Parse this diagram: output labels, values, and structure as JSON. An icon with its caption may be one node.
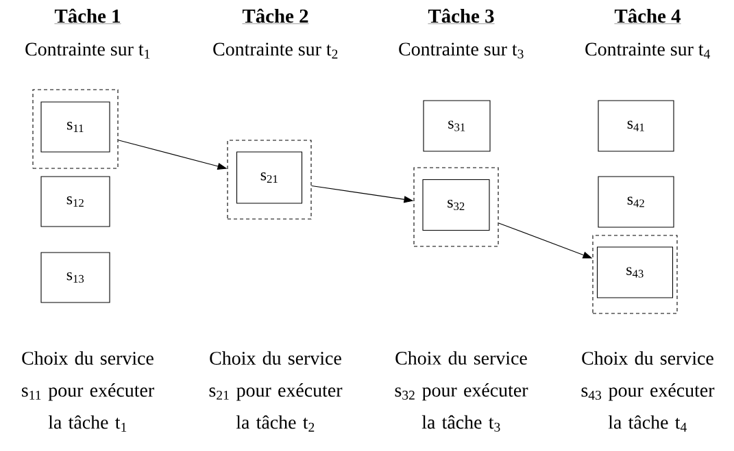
{
  "diagram": {
    "nodes": [
      {
        "text": [],
        "shape": "box"
      },
      {
        "text": [
          "s$_{11}$"
        ],
        "in": 0
      },
      {
        "text": [
          "s$_{12}$"
        ]
      },
      {
        "text": [
          "s$_{13}$"
        ]
      },
      {
        "text": [],
        "shape": "box"
      },
      {
        "text": [
          "s$_{21}$"
        ],
        "in": 4
      },
      {
        "text": [
          "s$_{31}$"
        ]
      },
      {
        "text": [],
        "shape": "box"
      },
      {
        "text": [
          "s$_{32}$"
        ],
        "in": 7
      },
      {
        "text": [
          "s$_{41}$"
        ]
      },
      {
        "text": [
          "s$_{42}$"
        ]
      },
      {
        "text": [],
        "shape": "box"
      },
      {
        "text": [
          "s$_{43}$"
        ],
        "in": 11
      }
    ],
    "edges": [
      {
        "from": 0,
        "to": 4,
        "arrow": "to"
      },
      {
        "from": 4,
        "to": 7,
        "arrow": "to"
      },
      {
        "from": 7,
        "to": 11,
        "arrow": "to"
      }
    ],
    "labels": [
      "Tâche 1",
      "Tâche 2",
      "Tâche 3",
      "Tâche 4",
      "Contrainte sur t$_{1}$",
      "Contrainte sur t$_{2}$",
      "Contrainte sur t$_{3}$",
      "Contrainte sur t$_{4}$",
      "Choix du service s$_{11}$ pour exécuter la tâche t$_{1}$",
      "Choix du service s$_{21}$ pour exécuter la tâche t$_{2}$",
      "Choix du service s$_{32}$ pour exécuter la tâche t$_{3}$",
      "Choix du service s$_{43}$ pour exécuter la tâche t$_{4}$"
    ]
  }
}
